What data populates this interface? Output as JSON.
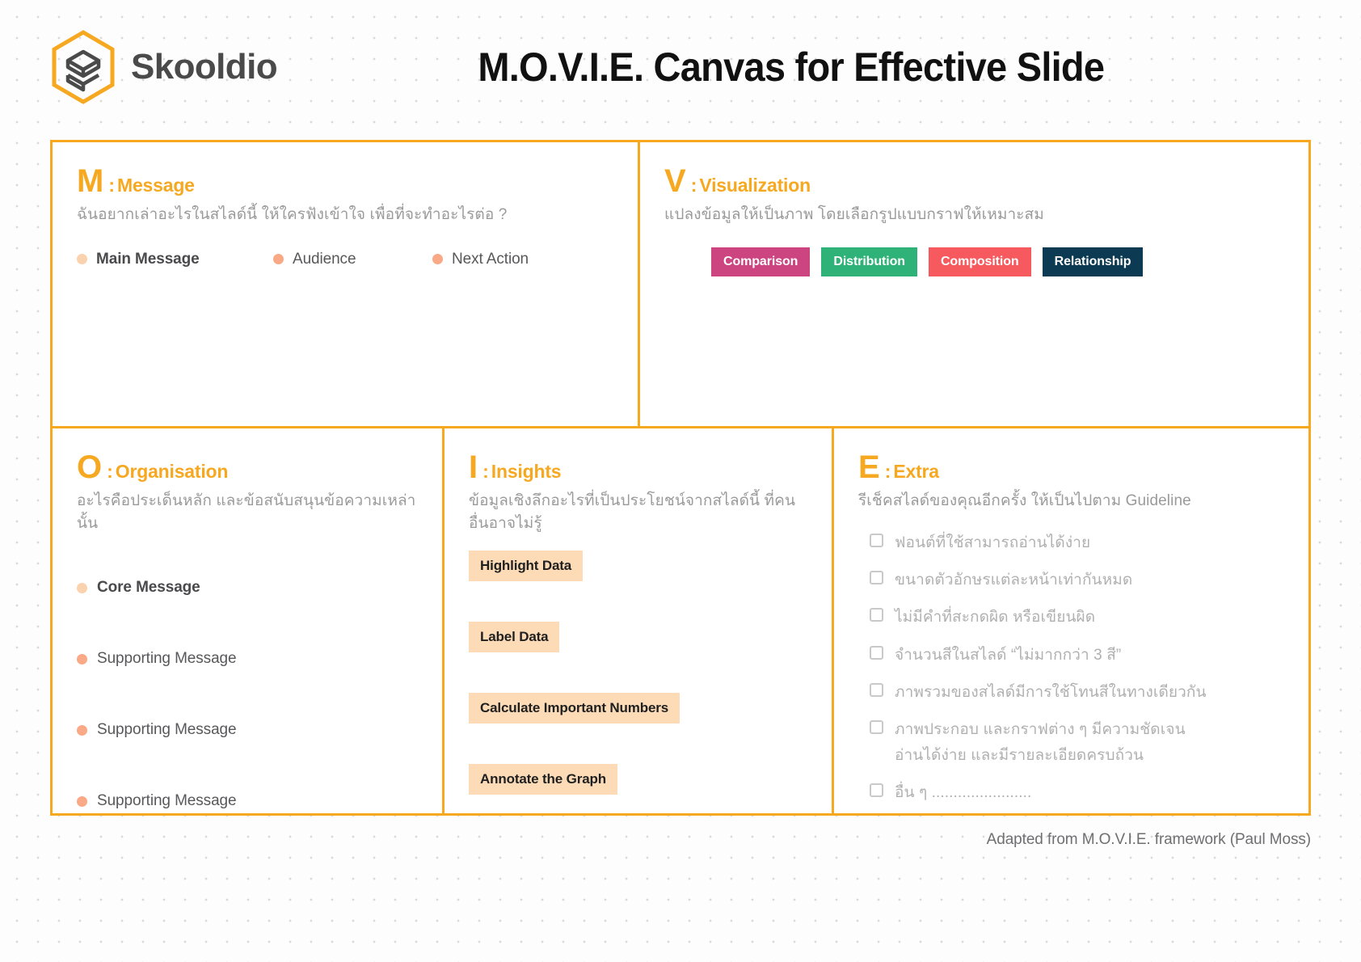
{
  "header": {
    "brand_name": "Skooldio",
    "logo_icon": "skooldio-hexagon-layers-logo",
    "title": "M.O.V.I.E. Canvas for Effective Slide"
  },
  "colors": {
    "accent": "#F7A821",
    "border": "#F7A821",
    "dot_core": "#FBD2AE",
    "dot_support": "#FAA987",
    "chip_bg": "#FCDBB6",
    "checkbox_border": "#C9C9C9",
    "subtitle_text": "#9A9A9A",
    "title_text": "#111111"
  },
  "sections": {
    "message": {
      "letter": "M",
      "colon": ":",
      "name": "Message",
      "subtitle": "ฉันอยากเล่าอะไรในสไลด์นี้ ให้ใครฟังเข้าใจ เพื่อที่จะทำอะไรต่อ ?",
      "bullets": [
        {
          "label": "Main Message",
          "emphasis": "bold",
          "dot": "core"
        },
        {
          "label": "Audience",
          "emphasis": "regular",
          "dot": "support"
        },
        {
          "label": "Next Action",
          "emphasis": "regular",
          "dot": "support"
        }
      ]
    },
    "visualization": {
      "letter": "V",
      "colon": ":",
      "name": "Visualization",
      "subtitle": "แปลงข้อมูลให้เป็นภาพ โดยเลือกรูปแบบกราฟให้เหมาะสม",
      "tags": [
        {
          "label": "Comparison",
          "color": "#CC4480"
        },
        {
          "label": "Distribution",
          "color": "#2FB277"
        },
        {
          "label": "Composition",
          "color": "#F65A5F"
        },
        {
          "label": "Relationship",
          "color": "#0C3A52"
        }
      ]
    },
    "organisation": {
      "letter": "O",
      "colon": ":",
      "name": "Organisation",
      "subtitle": "อะไรคือประเด็นหลัก และข้อสนับสนุนข้อความเหล่านั้น",
      "items": [
        {
          "label": "Core Message",
          "emphasis": "bold",
          "dot": "core"
        },
        {
          "label": "Supporting Message",
          "emphasis": "regular",
          "dot": "support"
        },
        {
          "label": "Supporting Message",
          "emphasis": "regular",
          "dot": "support"
        },
        {
          "label": "Supporting Message",
          "emphasis": "regular",
          "dot": "support"
        }
      ]
    },
    "insights": {
      "letter": "I",
      "colon": ":",
      "name": "Insights",
      "subtitle": "ข้อมูลเชิงลึกอะไรที่เป็นประโยชน์จากสไลด์นี้ ที่คนอื่นอาจไม่รู้",
      "chips": [
        "Highlight Data",
        "Label Data",
        "Calculate Important Numbers",
        "Annotate the Graph"
      ]
    },
    "extra": {
      "letter": "E",
      "colon": ":",
      "name": "Extra",
      "subtitle": "รีเช็คสไลด์ของคุณอีกครั้ง ให้เป็นไปตาม Guideline",
      "checklist": [
        "ฟอนต์ที่ใช้สามารถอ่านได้ง่าย",
        "ขนาดตัวอักษรแต่ละหน้าเท่ากันหมด",
        "ไม่มีคำที่สะกดผิด หรือเขียนผิด",
        "จำนวนสีในสไลด์ “ไม่มากกว่า 3 สี”",
        "ภาพรวมของสไลด์มีการใช้โทนสีในทางเดียวกัน",
        "ภาพประกอบ และกราฟต่าง ๆ มีความชัดเจน อ่านได้ง่าย และมีรายละเอียดครบถ้วน",
        "อื่น ๆ ......................."
      ]
    }
  },
  "footer": {
    "attribution": "Adapted from M.O.V.I.E. framework (Paul Moss)"
  }
}
